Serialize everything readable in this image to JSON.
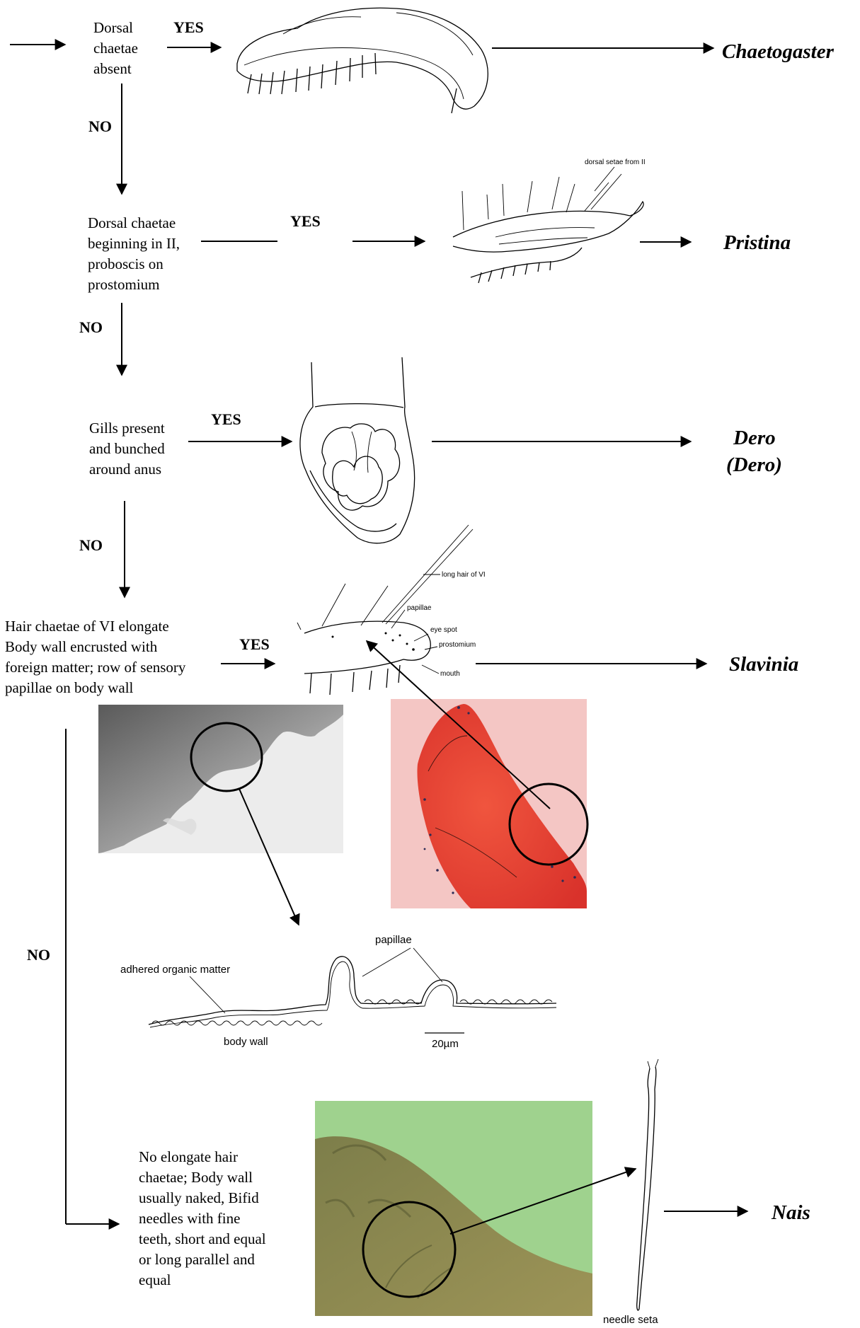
{
  "steps": [
    {
      "question_lines": [
        "Dorsal",
        "chaetae",
        "absent"
      ],
      "yes_label": "YES",
      "no_label": "NO",
      "genus": [
        "Chaetogaster"
      ],
      "figure": "chaetogaster-drawing"
    },
    {
      "question_lines": [
        "Dorsal chaetae",
        "beginning in II,",
        "proboscis on",
        "prostomium"
      ],
      "yes_label": "YES",
      "no_label": "NO",
      "genus": [
        "Pristina"
      ],
      "figure": "pristina-drawing",
      "figure_labels": [
        "dorsal setae from II"
      ]
    },
    {
      "question_lines": [
        "Gills present",
        "and bunched",
        "around anus"
      ],
      "yes_label": "YES",
      "no_label": "NO",
      "genus": [
        "Dero",
        "(Dero)"
      ],
      "figure": "dero-gill-drawing"
    },
    {
      "question_lines": [
        "Hair chaetae of VI elongate",
        "Body wall encrusted with",
        "foreign matter; row of sensory",
        "papillae on body wall"
      ],
      "yes_label": "YES",
      "no_label": "NO",
      "genus": [
        "Slavinia"
      ],
      "figure": "slavinia-drawing",
      "figure_labels": [
        "long hair of VI",
        "papillae",
        "eye spot",
        "prostomium",
        "mouth"
      ],
      "detail_labels": [
        "papillae",
        "adhered organic matter",
        "body wall",
        "20µm"
      ]
    },
    {
      "question_lines": [
        "No elongate hair",
        "chaetae; Body wall",
        "usually naked, Bifid",
        "needles with fine",
        "teeth, short and equal",
        "or long parallel and",
        "equal"
      ],
      "genus": [
        "Nais"
      ],
      "figure": "needle-seta-drawing",
      "figure_labels": [
        "needle seta"
      ]
    }
  ],
  "colors": {
    "photo_red_bg": "#f4c6c4",
    "photo_red_tissue": "#e23a2c",
    "photo_green_bg": "#9fd28e",
    "photo_green_tissue": "#8c8a55"
  }
}
